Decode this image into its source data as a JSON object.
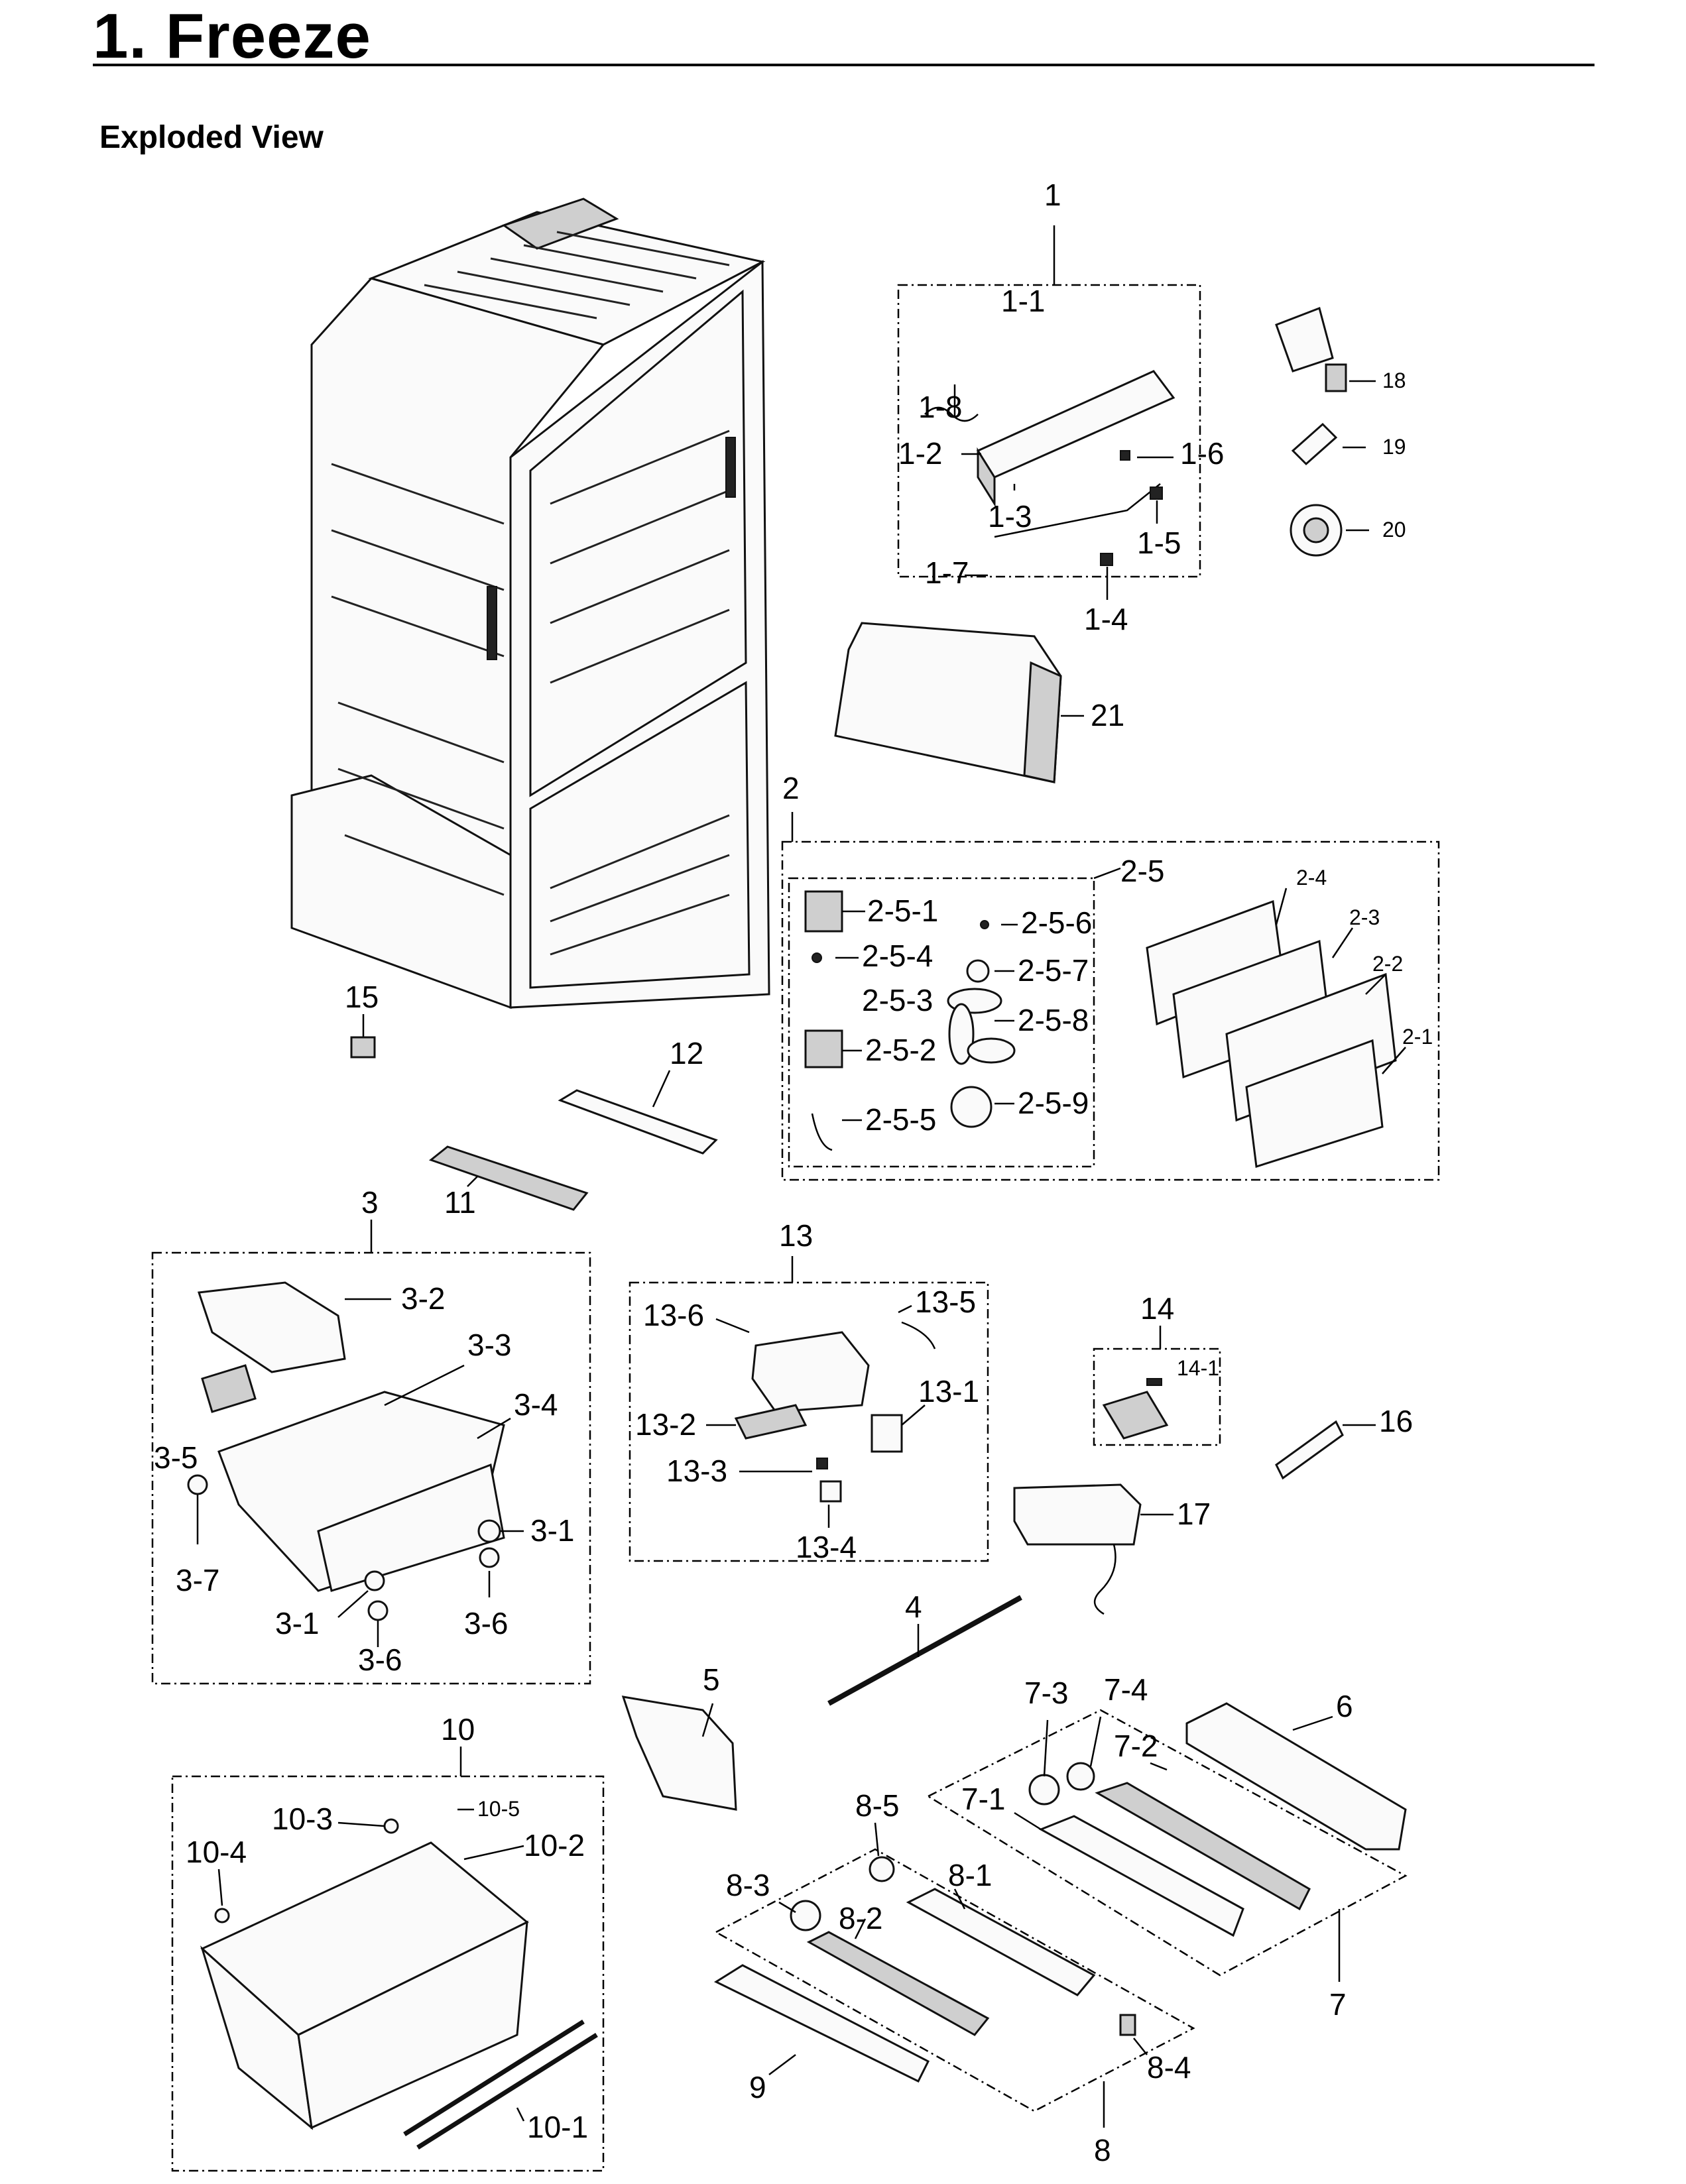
{
  "header": {
    "title": "1. Freeze",
    "subtitle": "Exploded View"
  },
  "labels": {
    "p1": "1",
    "p1_1": "1-1",
    "p1_2": "1-2",
    "p1_3": "1-3",
    "p1_4": "1-4",
    "p1_5": "1-5",
    "p1_6": "1-6",
    "p1_7": "1-7",
    "p1_8": "1-8",
    "p2": "2",
    "p2_1": "2-1",
    "p2_2": "2-2",
    "p2_3": "2-3",
    "p2_4": "2-4",
    "p2_5": "2-5",
    "p2_5_1": "2-5-1",
    "p2_5_2": "2-5-2",
    "p2_5_3": "2-5-3",
    "p2_5_4": "2-5-4",
    "p2_5_5": "2-5-5",
    "p2_5_6": "2-5-6",
    "p2_5_7": "2-5-7",
    "p2_5_8": "2-5-8",
    "p2_5_9": "2-5-9",
    "p3": "3",
    "p3_1a": "3-1",
    "p3_1b": "3-1",
    "p3_2": "3-2",
    "p3_3": "3-3",
    "p3_4": "3-4",
    "p3_5": "3-5",
    "p3_6a": "3-6",
    "p3_6b": "3-6",
    "p3_7": "3-7",
    "p4": "4",
    "p5": "5",
    "p6": "6",
    "p7": "7",
    "p7_1": "7-1",
    "p7_2": "7-2",
    "p7_3": "7-3",
    "p7_4": "7-4",
    "p8": "8",
    "p8_1": "8-1",
    "p8_2": "8-2",
    "p8_3": "8-3",
    "p8_4": "8-4",
    "p8_5": "8-5",
    "p9": "9",
    "p10": "10",
    "p10_1": "10-1",
    "p10_2": "10-2",
    "p10_3": "10-3",
    "p10_4": "10-4",
    "p10_5": "10-5",
    "p11": "11",
    "p12": "12",
    "p13": "13",
    "p13_1": "13-1",
    "p13_2": "13-2",
    "p13_3": "13-3",
    "p13_4": "13-4",
    "p13_5": "13-5",
    "p13_6": "13-6",
    "p14": "14",
    "p14_1": "14-1",
    "p15": "15",
    "p16": "16",
    "p17": "17",
    "p18": "18",
    "p19": "19",
    "p20": "20",
    "p21": "21"
  }
}
